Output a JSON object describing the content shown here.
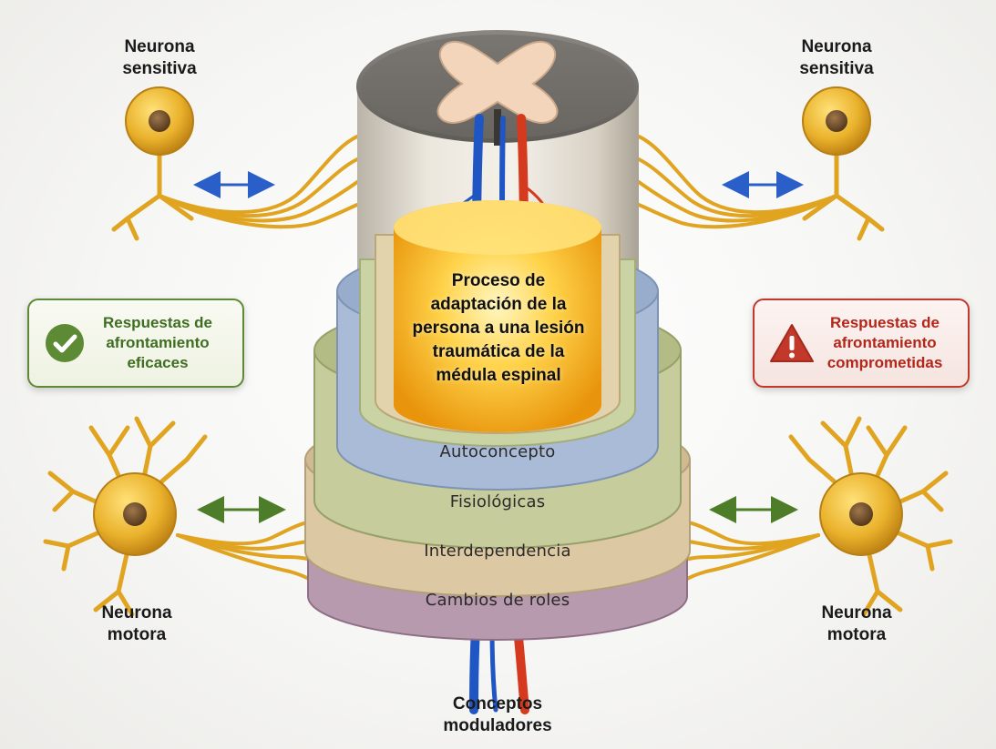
{
  "center": {
    "text": "Proceso de\nadaptación de la\npersona a una lesión\ntraumática de la\nmédula espinal"
  },
  "rings": [
    {
      "label": "Autoconcepto",
      "color": "#a9bbd6"
    },
    {
      "label": "Fisiológicas",
      "color": "#c6cc9b"
    },
    {
      "label": "Interdependencia",
      "color": "#dcc8a2"
    },
    {
      "label": "Cambios de roles",
      "color": "#b89aae"
    }
  ],
  "neurons": {
    "sensory_left": "Neurona\nsensitiva",
    "sensory_right": "Neurona\nsensitiva",
    "motor_left": "Neurona\nmotora",
    "motor_right": "Neurona\nmotora"
  },
  "responses": {
    "effective": "Respuestas de\nafrontamiento\neficaces",
    "compromised": "Respuestas de\nafrontamiento\ncomprometidas",
    "effective_color": "#5d8a35",
    "compromised_color": "#c2392b"
  },
  "bottom_label": "Conceptos\nmoduladores",
  "icons": {
    "effective": "check-circle-icon",
    "compromised": "warning-triangle-icon",
    "neuron_sensory": "sensory-neuron-icon",
    "neuron_motor": "motor-neuron-icon"
  },
  "colors": {
    "neuron": "#e3a825",
    "artery": "#d63a1e",
    "vein": "#2055c4",
    "sensory_arrow": "#2a5fc9",
    "motor_arrow": "#4e7d2a"
  }
}
